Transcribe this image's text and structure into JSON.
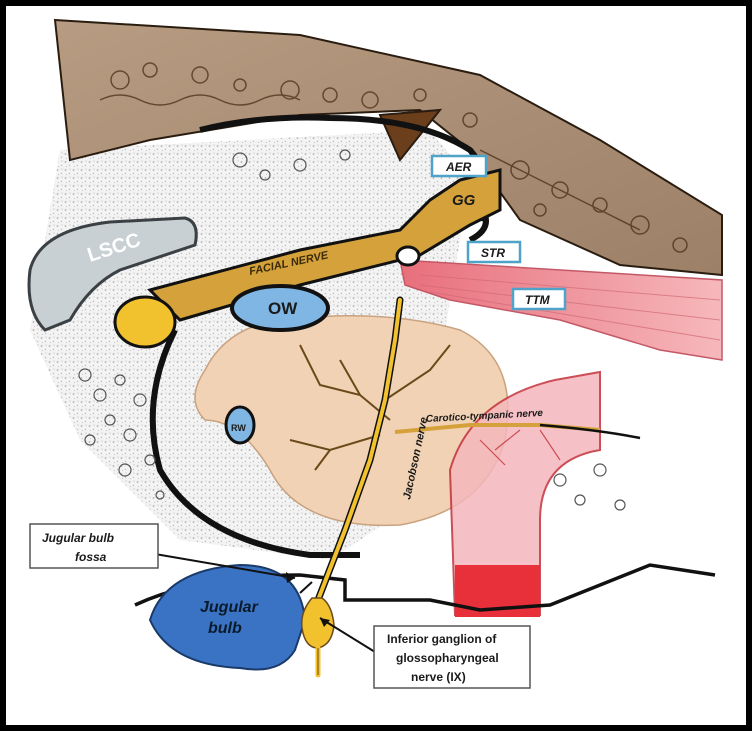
{
  "labels": {
    "aer": "AER",
    "gg": "GG",
    "str": "STR",
    "ttm": "TTM",
    "lscc": "LSCC",
    "facial_nerve": "FACIAL NERVE",
    "ow": "OW",
    "rw": "RW",
    "jacobson_nerve": "Jacobson nerve",
    "caroticotympanic_nerve": "Carotico-tympanic nerve",
    "jugular_bulb": [
      "Jugular",
      "bulb"
    ],
    "jugular_bulb_fossa": [
      "Jugular bulb",
      "fossa"
    ],
    "inferior_ganglion": [
      "Inferior ganglion of",
      "glossopharyngeal",
      "nerve (IX)"
    ]
  },
  "colors": {
    "bone_tegmen": "#a58d74",
    "facial_nerve": "#d4a13a",
    "nerve_yellow": "#f2c12e",
    "lscc": "#c9d0d4",
    "oval_window": "#7fb6e3",
    "promontory": "#f2d2b4",
    "tensor_tympani": "#f2a3a8",
    "carotid": "#e8303a",
    "jugular_bulb": "#3a73c4",
    "box_border": "#4fa3c8"
  }
}
